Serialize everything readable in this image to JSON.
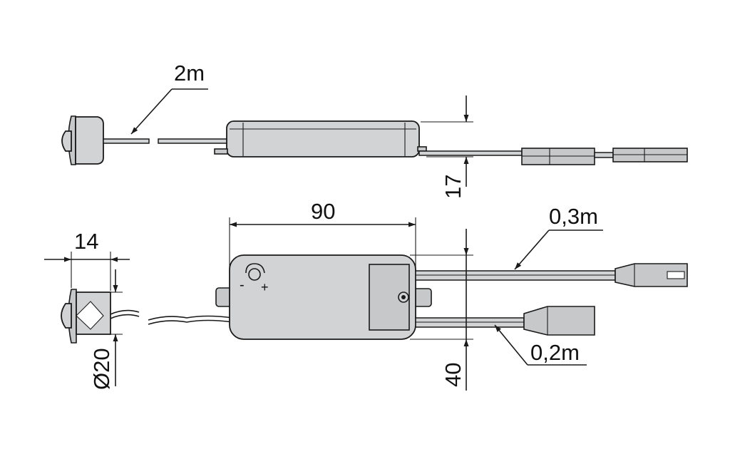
{
  "dimensions": {
    "cable_sensor": "2m",
    "height_side": "17",
    "length_top": "90",
    "sensor_depth": "14",
    "cable_upper": "0,3m",
    "sensor_diameter": "Ø20",
    "cable_lower": "0,2m",
    "width_top": "40"
  },
  "dial_symbols": {
    "minus": "-",
    "plus": "+"
  },
  "colors": {
    "body_fill": "#d2d3d5",
    "line": "#1a1a1a",
    "background": "#ffffff"
  }
}
